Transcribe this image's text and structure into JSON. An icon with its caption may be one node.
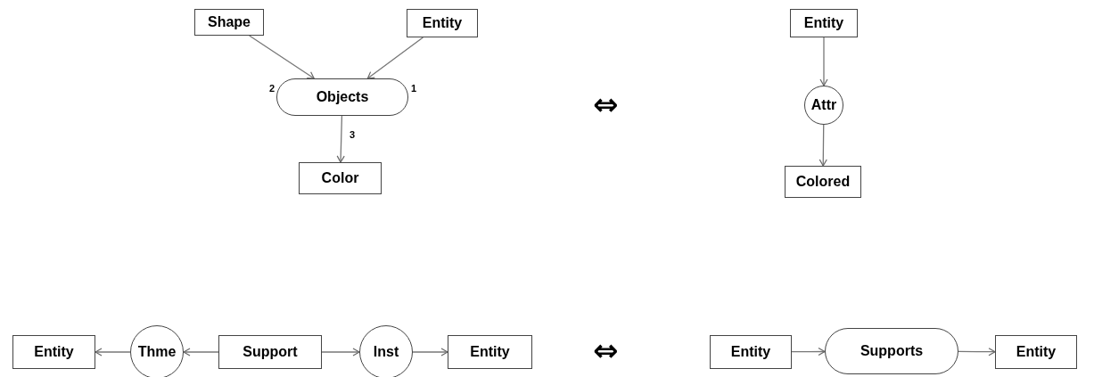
{
  "diagram": {
    "nodes": [
      {
        "text": [
          "Shape"
        ]
      },
      {
        "text": [
          "Entity"
        ]
      },
      {
        "text": [
          "Objects"
        ]
      },
      {
        "text": [
          "Color"
        ]
      },
      {
        "text": [
          "Entity"
        ]
      },
      {
        "text": [
          "Attr"
        ]
      },
      {
        "text": [
          "Colored"
        ]
      },
      {
        "text": [
          "Entity"
        ]
      },
      {
        "text": [
          "Thme"
        ]
      },
      {
        "text": [
          "Support"
        ]
      },
      {
        "text": [
          "Inst"
        ]
      },
      {
        "text": [
          "Entity"
        ]
      },
      {
        "text": [
          "Entity"
        ]
      },
      {
        "text": [
          "Supports"
        ]
      },
      {
        "text": [
          "Entity"
        ]
      }
    ],
    "edges": [
      {
        "from": 0,
        "to": 2,
        "arrow": "to",
        "label": "2"
      },
      {
        "from": 1,
        "to": 2,
        "arrow": "to",
        "label": "1"
      },
      {
        "from": 2,
        "to": 3,
        "arrow": "to",
        "label": "3"
      },
      {
        "from": 4,
        "to": 5,
        "arrow": "to"
      },
      {
        "from": 5,
        "to": 6,
        "arrow": "to"
      },
      {
        "from": 9,
        "to": 8,
        "arrow": "to"
      },
      {
        "from": 8,
        "to": 7,
        "arrow": "to"
      },
      {
        "from": 9,
        "to": 10,
        "arrow": "to"
      },
      {
        "from": 10,
        "to": 11,
        "arrow": "to"
      },
      {
        "from": 12,
        "to": 13,
        "arrow": "to"
      },
      {
        "from": 13,
        "to": 14,
        "arrow": "to"
      }
    ],
    "labels": [
      "⇔",
      "⇔"
    ]
  }
}
